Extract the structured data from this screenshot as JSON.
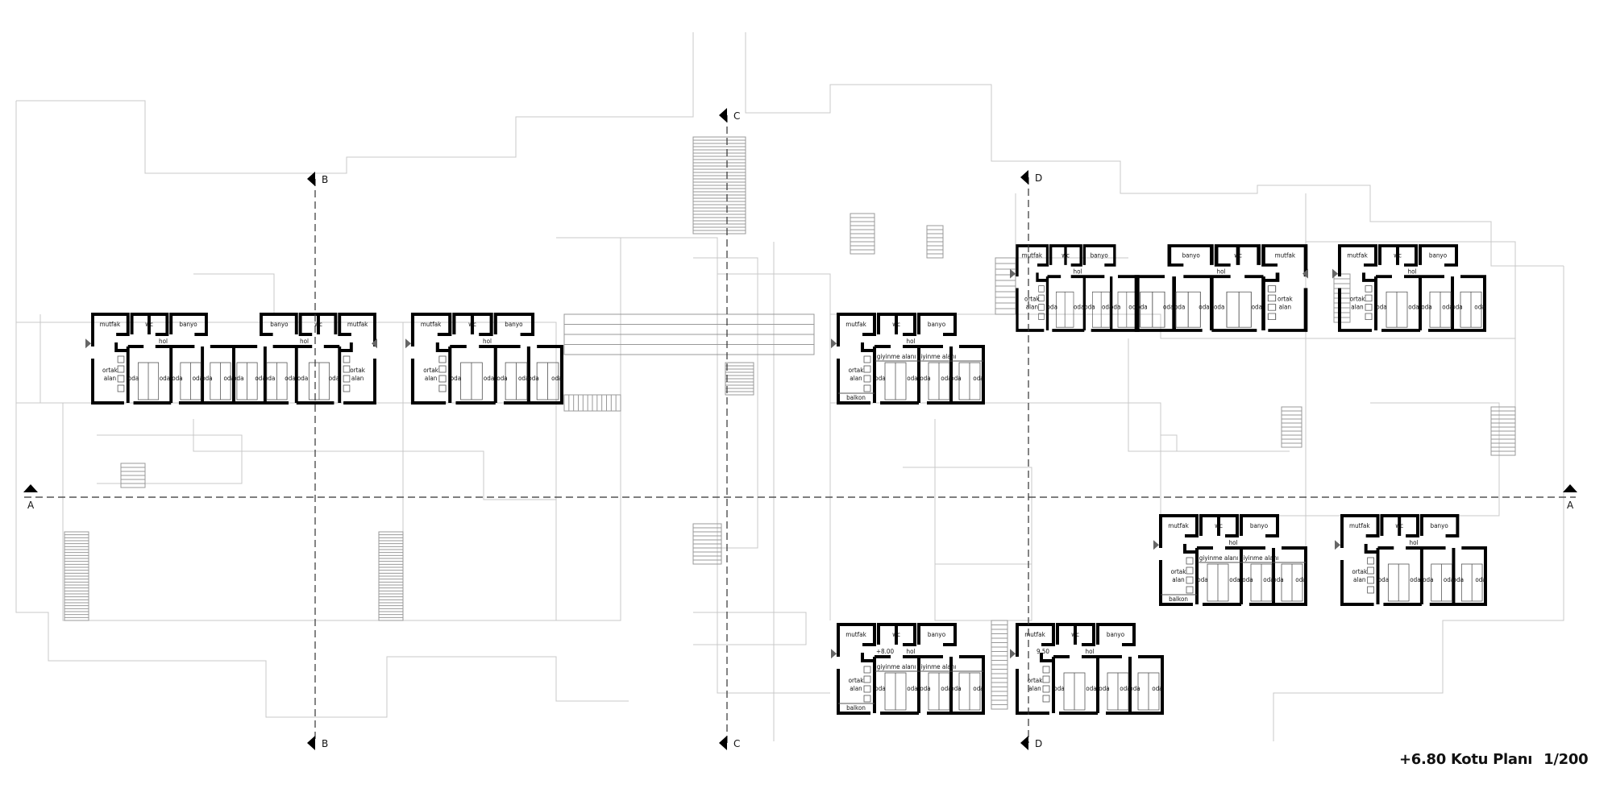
{
  "title": {
    "name": "+6.80 Kotu Planı",
    "scale": "1/200"
  },
  "sections": {
    "a": "A",
    "b": "B",
    "c": "C",
    "d": "D"
  },
  "room_labels": {
    "mutfak": "mutfak",
    "wc": "wc",
    "banyo": "banyo",
    "hol": "hol",
    "ortak": "ortak",
    "alan": "alan",
    "oda": "oda",
    "giyinme": "giyinme alanı",
    "balkon": "balkon"
  },
  "levels": {
    "l1": "+8.00",
    "l2": "9.50"
  },
  "colors": {
    "wall": "#000000",
    "site_line": "#c8c8c8",
    "section_line": "#333333"
  }
}
